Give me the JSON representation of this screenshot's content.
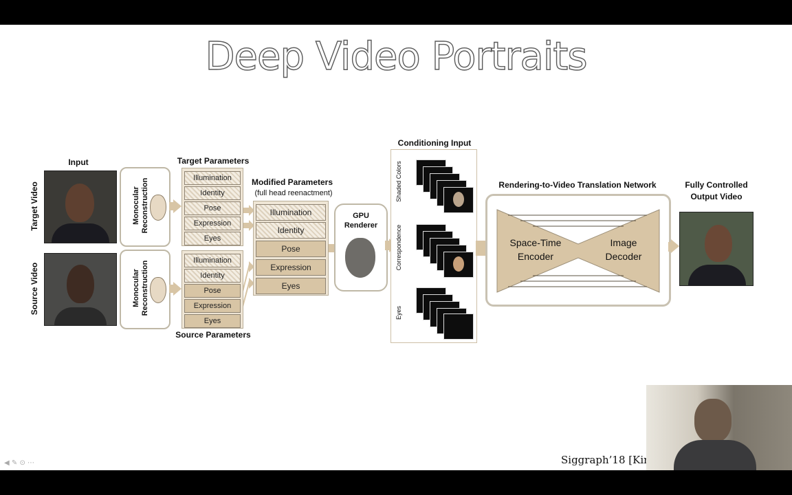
{
  "slide": {
    "title": "Deep Video Portraits",
    "citation": "Siggraph’18 [Kim"
  },
  "input": {
    "heading": "Input",
    "target_video_label": "Target Video",
    "source_video_label": "Source Video"
  },
  "monocular": {
    "label_line1": "Monocular",
    "label_line2": "Reconstruction"
  },
  "target_params": {
    "heading": "Target Parameters",
    "items": [
      "Illumination",
      "Identity",
      "Pose",
      "Expression",
      "Eyes"
    ]
  },
  "source_params": {
    "heading": "Source Parameters",
    "items": [
      "Illumination",
      "Identity",
      "Pose",
      "Expression",
      "Eyes"
    ]
  },
  "modified_params": {
    "heading": "Modified Parameters",
    "subheading": "(full head reenactment)",
    "items": [
      "Illumination",
      "Identity",
      "Pose",
      "Expression",
      "Eyes"
    ]
  },
  "renderer": {
    "line1": "GPU",
    "line2": "Renderer"
  },
  "conditioning": {
    "heading": "Conditioning Input",
    "rows": [
      "Shaded Colors",
      "Correspondence",
      "Eyes"
    ]
  },
  "network": {
    "heading": "Rendering-to-Video Translation Network",
    "encoder_line1": "Space-Time",
    "encoder_line2": "Encoder",
    "decoder_line1": "Image",
    "decoder_line2": "Decoder"
  },
  "output": {
    "line1": "Fully Controlled",
    "line2": "Output Video"
  },
  "colors": {
    "accent_tan": "#d8c5a5",
    "box_border": "#bfb8a6",
    "title_outline": "#5a5a5a"
  }
}
